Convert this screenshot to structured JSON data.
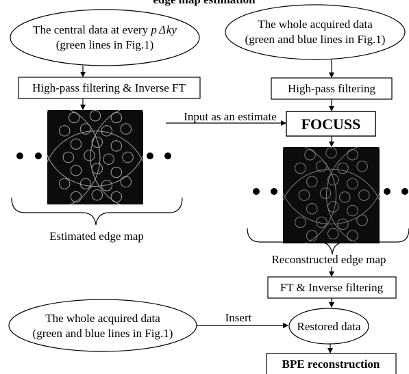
{
  "title_partial": "edge map estimation",
  "left_ellipse": {
    "line1_prefix": "The central data at every ",
    "line1_p": "p",
    "line1_delta": "Δ",
    "line1_ky": "ky",
    "line2": "(green lines in Fig.1)"
  },
  "right_ellipse": {
    "line1": "The whole acquired data",
    "line2": "(green and blue lines in Fig.1)"
  },
  "left_box": "High-pass filtering & Inverse FT",
  "right_box": "High-pass filtering",
  "input_label": "Input as an estimate",
  "focuss": "FOCUSS",
  "estimated_label": "Estimated edge map",
  "reconstructed_label": "Reconstructed edge map",
  "ft_box": "FT & Inverse filtering",
  "bottom_ellipse": {
    "line1": "The whole acquired data",
    "line2": "(green and blue lines in Fig.1)"
  },
  "insert_label": "Insert",
  "restored": "Restored data",
  "bpe": "BPE reconstruction"
}
